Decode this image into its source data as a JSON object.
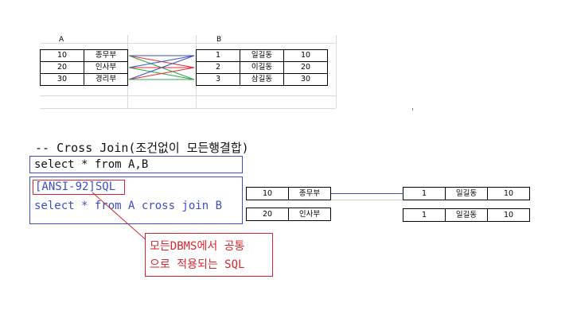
{
  "table_a": {
    "header": "A",
    "rows": [
      {
        "num": "10",
        "dept": "종무부"
      },
      {
        "num": "20",
        "dept": "인사부"
      },
      {
        "num": "30",
        "dept": "경리부"
      }
    ]
  },
  "table_b": {
    "header": "B",
    "rows": [
      {
        "num": "1",
        "name": "일길동",
        "val": "10"
      },
      {
        "num": "2",
        "name": "이길동",
        "val": "20"
      },
      {
        "num": "3",
        "name": "삼길동",
        "val": "30"
      }
    ]
  },
  "comment_line": "-- Cross Join(조건없이 모든행결합)",
  "sql_basic": "select * from A,B",
  "ansi_label": "[ANSI-92]SQL",
  "sql_ansi": "select * from A cross join B",
  "callout": {
    "line1": "모든DBMS에서 공통",
    "line2": "으로 적용되는 SQL"
  },
  "result_rows": [
    {
      "a_num": "10",
      "a_dept": "종무부",
      "b_num": "1",
      "b_name": "일길동",
      "b_val": "10"
    },
    {
      "a_num": "20",
      "a_dept": "인사부",
      "b_num": "1",
      "b_name": "일길동",
      "b_val": "10"
    }
  ],
  "colors": {
    "blue_box": "#3a4fc7",
    "red_callout": "#d9262c",
    "line_red": "#e0303a",
    "line_green": "#2fa84f",
    "line_blue": "#3552c8"
  }
}
